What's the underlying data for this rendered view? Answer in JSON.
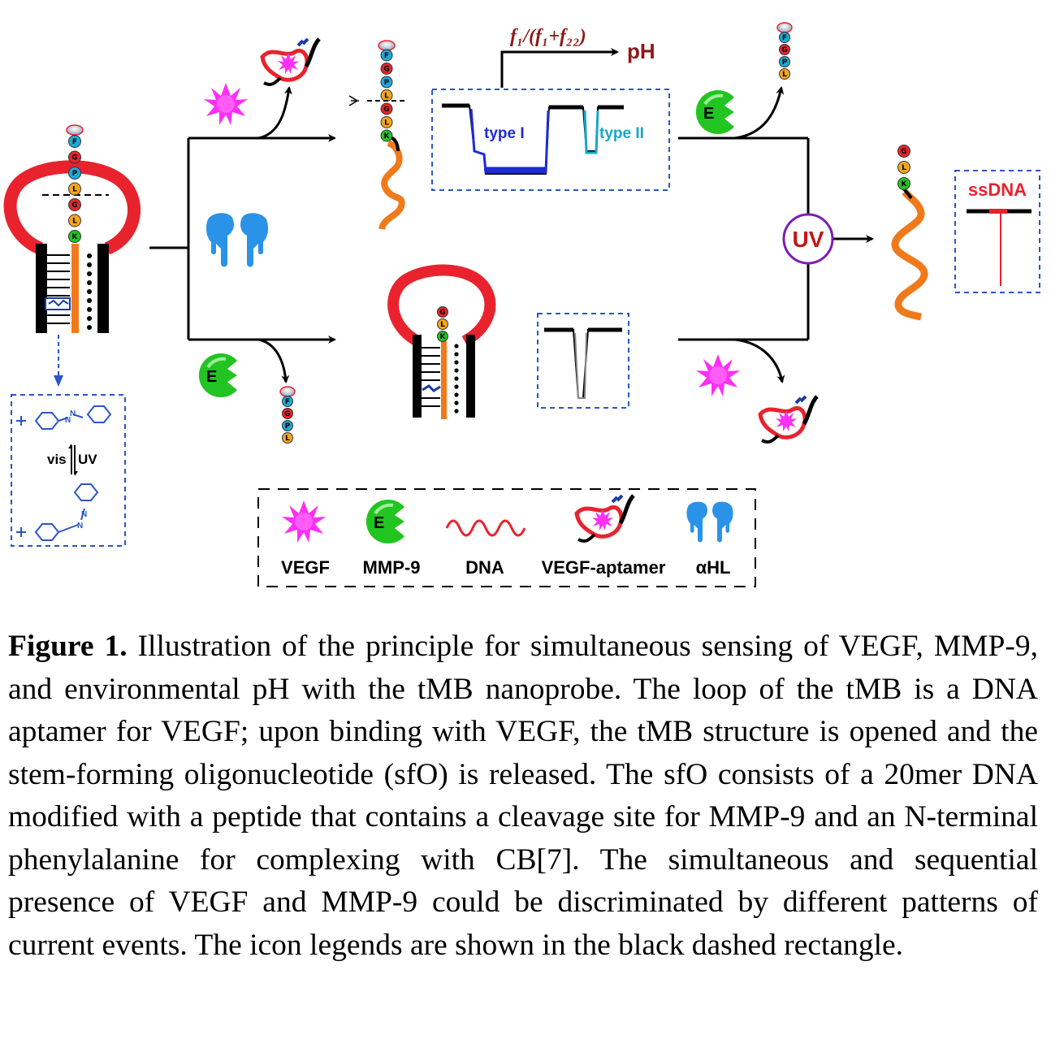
{
  "figure": {
    "formula": "f₁/(f₁+f₂₂)",
    "ph_label": "pH",
    "type1_label": "type I",
    "type2_label": "type II",
    "uv_label": "UV",
    "ssdna_label": "ssDNA",
    "vis_label": "vis",
    "uv_small_label": "UV",
    "enzyme_letter": "E",
    "beads_full": [
      "F",
      "G",
      "P",
      "L",
      "G",
      "L",
      "K"
    ],
    "beads_cleaved_top": [
      "F",
      "G",
      "P",
      "L"
    ],
    "beads_remaining": [
      "G",
      "L",
      "K"
    ],
    "legend": {
      "vegf": "VEGF",
      "mmp9": "MMP-9",
      "dna": "DNA",
      "aptamer": "VEGF-aptamer",
      "ahl": "αHL"
    },
    "colors": {
      "vegf": "#ff2ef5",
      "enzyme": "#22c422",
      "pore": "#2a93e8",
      "loop": "#e8232e",
      "dna": "#f07a1b",
      "trace_type1": "#1f2bd6",
      "trace_type2": "#18a6c8",
      "ssdna": "#e8232e",
      "ph": "#8b1a1a"
    }
  },
  "caption": {
    "label": "Figure 1.",
    "text": " Illustration of the principle for simultaneous sensing of VEGF, MMP-9, and environmental pH with the tMB nanoprobe. The loop of the tMB is a DNA aptamer for VEGF; upon binding with VEGF, the tMB structure is opened and the stem-forming oligonucleotide (sfO) is released. The sfO consists of a 20mer DNA modified with a peptide that contains a cleavage site for MMP-9 and an N-terminal phenylalanine for complexing with CB[7]. The simultaneous and sequential presence of VEGF and MMP-9 could be discriminated by different patterns of current events. The icon legends are shown in the black dashed rectangle."
  }
}
